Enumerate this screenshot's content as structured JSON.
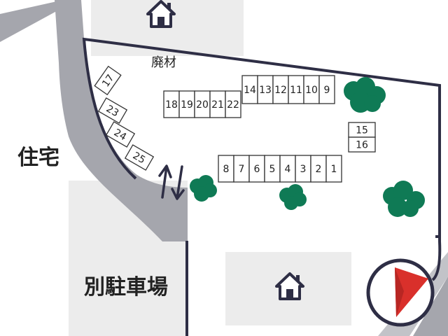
{
  "labels": {
    "waste": "廃材",
    "residence": "住宅",
    "separate_parking": "別駐車場"
  },
  "icons": {
    "house": "house-icon",
    "compass": "compass-arrow-icon",
    "entrance": "entrance-arrows-icon",
    "tree": "tree-icon"
  },
  "colors": {
    "road": "#a5a6ad",
    "block": "#ececec",
    "boundary": "#2e2e45",
    "tree": "#0f7a55",
    "compass_arrow": "#d9302b"
  },
  "slots": {
    "top_row": [
      "14",
      "13",
      "12",
      "11",
      "10",
      "9"
    ],
    "middle_row": [
      "18",
      "19",
      "20",
      "21",
      "22"
    ],
    "bottom_row": [
      "8",
      "7",
      "6",
      "5",
      "4",
      "3",
      "2",
      "1"
    ],
    "right_column": [
      "15",
      "16"
    ],
    "diagonal": [
      "17",
      "23",
      "24",
      "25"
    ]
  }
}
